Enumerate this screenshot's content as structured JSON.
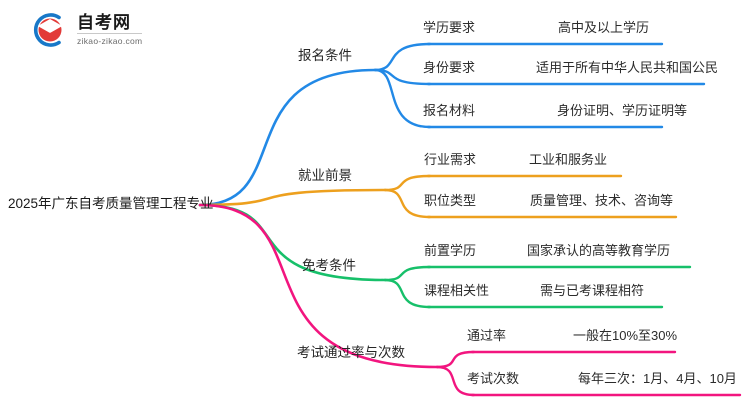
{
  "logo": {
    "mark_name": "zikao-logo-icon",
    "title": "自考网",
    "domain": "zikao-zikao.com",
    "arc_color": "#1878c8",
    "cap_color": "#e23a38"
  },
  "mindmap": {
    "root": {
      "label": "2025年广东自考质量管理工程专业"
    },
    "branches": [
      {
        "label": "报名条件",
        "color": "#2289e6",
        "children": [
          {
            "label": "学历要求",
            "value": "高中及以上学历"
          },
          {
            "label": "身份要求",
            "value": "适用于所有中华人民共和国公民"
          },
          {
            "label": "报名材料",
            "value": "身份证明、学历证明等"
          }
        ]
      },
      {
        "label": "就业前景",
        "color": "#eda01e",
        "children": [
          {
            "label": "行业需求",
            "value": "工业和服务业"
          },
          {
            "label": "职位类型",
            "value": "质量管理、技术、咨询等"
          }
        ]
      },
      {
        "label": "免考条件",
        "color": "#17c06a",
        "children": [
          {
            "label": "前置学历",
            "value": "国家承认的高等教育学历"
          },
          {
            "label": "课程相关性",
            "value": "需与已考课程相符"
          }
        ]
      },
      {
        "label": "考试通过率与次数",
        "color": "#f2157f",
        "children": [
          {
            "label": "通过率",
            "value": "一般在10%至30%"
          },
          {
            "label": "考试次数",
            "value": "每年三次：1月、4月、10月"
          }
        ]
      }
    ]
  }
}
